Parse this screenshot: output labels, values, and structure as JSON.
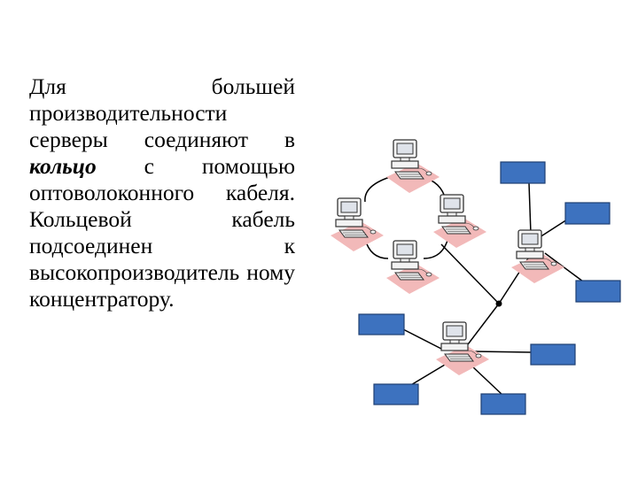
{
  "text": {
    "part1": "Для большей производительности серверы соединяют в ",
    "emphasis": "кольцо",
    "part2": " с помощью оптоволоконного кабеля. Кольцевой кабель подсоединен к высокопроизводитель ному концентратору."
  },
  "diagram": {
    "colors": {
      "node_fill": "#3d72bf",
      "node_stroke": "#1f3f73",
      "line": "#000000",
      "shadow": "#f2b9b9"
    },
    "nodes": [
      {
        "name": "server-top",
        "kind": "computer"
      },
      {
        "name": "server-left",
        "kind": "computer"
      },
      {
        "name": "server-right",
        "kind": "computer"
      },
      {
        "name": "server-bottom",
        "kind": "computer"
      },
      {
        "name": "workstation-right",
        "kind": "computer"
      },
      {
        "name": "workstation-hub-lower",
        "kind": "computer"
      },
      {
        "name": "box-top-right",
        "kind": "box"
      },
      {
        "name": "box-right-1",
        "kind": "box"
      },
      {
        "name": "box-right-2",
        "kind": "box"
      },
      {
        "name": "box-left",
        "kind": "box"
      },
      {
        "name": "box-bottom-right",
        "kind": "box"
      },
      {
        "name": "box-bottom-left",
        "kind": "box"
      },
      {
        "name": "box-bottom-center",
        "kind": "box"
      }
    ]
  }
}
